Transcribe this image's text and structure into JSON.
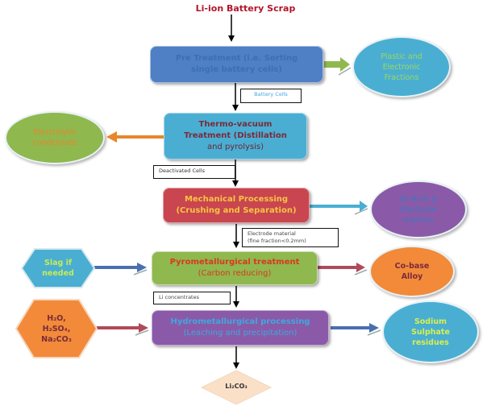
{
  "title": "Li-ion Battery Scrap",
  "steps": [
    {
      "line1": "Pre Treatment (i.e. Sorting",
      "line2": "single battery cells)",
      "fill": "#4f7fc4",
      "text_color": "#3a6fb8"
    },
    {
      "line1": "Thermo-vacuum",
      "line2": "Treatment (Distillation",
      "line3": "and pyrolysis)",
      "fill": "#4aaed3",
      "text_color": "#7a2b3a"
    },
    {
      "line1": "Mechanical Processing",
      "line2": "(Crushing and Separation)",
      "fill": "#c9454f",
      "text_color": "#f5c542"
    },
    {
      "line1": "Pyrometallurgical treatment",
      "line2": "(Carbon reducing)",
      "fill": "#8fb84e",
      "text_color": "#d9381e"
    },
    {
      "line1": "Hydrometallurgical processing",
      "line2": "(Leaching and precipitation)",
      "fill": "#8a5aa8",
      "text_color": "#3ea8e0"
    }
  ],
  "intermediates": [
    {
      "line1": "Battery Cells",
      "line2": ""
    },
    {
      "line1": "Deactivated Cells",
      "line2": ""
    },
    {
      "line1": "Electrode material",
      "line2": "(fine fraction<0.2mm)"
    },
    {
      "line1": "Li concentrates",
      "line2": ""
    }
  ],
  "outputs": [
    {
      "line1": "Plastic and",
      "line2": "Electronic",
      "line3": "Fractions",
      "fill": "#4aaed3",
      "text_color": "#9bd85a"
    },
    {
      "line1": "Electrolytic",
      "line2": "condensate",
      "fill": "#8fb84e",
      "text_color": "#e8862b"
    },
    {
      "line1": "Fe-Ni-Al &",
      "line2": "Electrode",
      "line3": "fraction",
      "fill": "#8a5aa8",
      "text_color": "#3e77c2"
    },
    {
      "line1": "Co-base",
      "line2": "Alloy",
      "fill": "#f28a3a",
      "text_color": "#7a2b3a"
    },
    {
      "line1": "Sodium",
      "line2": "Sulphate",
      "line3": "residues",
      "fill": "#4aaed3",
      "text_color": "#d8f04a"
    }
  ],
  "inputs": [
    {
      "line1": "Slag if",
      "line2": "needed",
      "fill": "#4aaed3",
      "text_color": "#c6ec54"
    },
    {
      "line1": "H₂O,",
      "line2": "H₂SO₄,",
      "line3": "Na₂CO₃",
      "fill": "#f28a3a",
      "text_color": "#7a2b3a"
    }
  ],
  "product": {
    "label": "Li₂CO₃",
    "fill": "#fbe0c8"
  },
  "arrow_colors": {
    "green": "#8fb84e",
    "orange": "#e8862b",
    "blue": "#4aaed3",
    "red": "#b04a5a",
    "navy": "#4a6fb0"
  }
}
